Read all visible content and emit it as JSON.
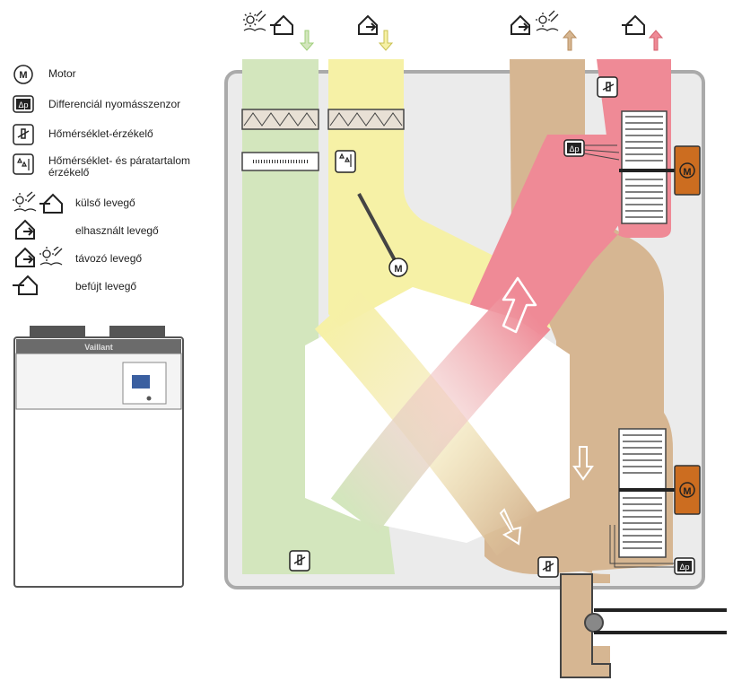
{
  "legend": {
    "motor": "Motor",
    "pressure_sensor": "Differenciál nyomásszenzor",
    "temp_sensor": "Hőmérséklet-érzékelő",
    "temp_humidity_sensor": "Hőmérséklet- és páratartalom érzékelő",
    "outside_air": "külső levegő",
    "extract_air": "elhasznált levegő",
    "exhaust_air": "távozó levegő",
    "supply_air": "befújt levegő"
  },
  "device": {
    "brand": "Vaillant"
  },
  "symbols": {
    "motor": "M",
    "delta_p": "Δp"
  },
  "colors": {
    "outside_air": "#d3e6bd",
    "extract_air": "#f6f1a6",
    "exhaust_air": "#d6b692",
    "supply_air": "#ef8a96",
    "motor": "#cc6d20"
  },
  "icons": {
    "legend": [
      "motor-icon",
      "pressure-sensor-icon",
      "temp-sensor-icon",
      "temp-humidity-sensor-icon",
      "outside-air-icon",
      "extract-air-icon",
      "exhaust-air-icon",
      "supply-air-icon"
    ]
  }
}
